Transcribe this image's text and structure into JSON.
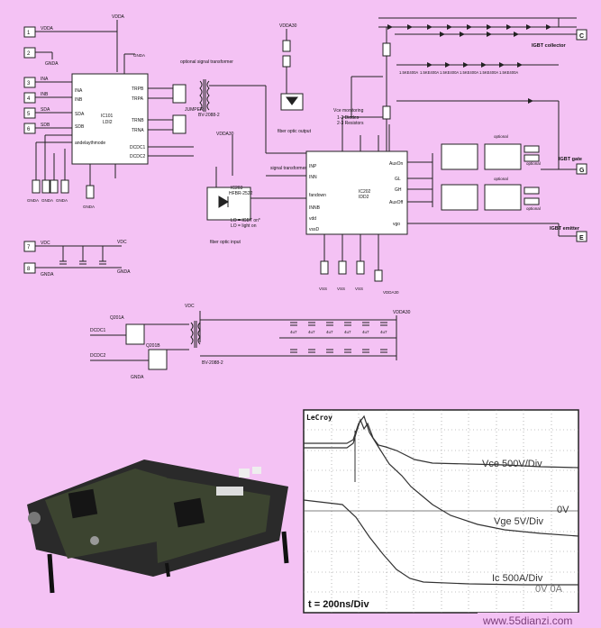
{
  "schematic": {
    "title_transformer": "optional signal transformer",
    "fiber_output": "fiber optic output",
    "fiber_input": "fiber optic input",
    "transformer_input": "signal transformer input",
    "vce_monitoring": "Vce monitoring",
    "diodes_option": "1-2 Diodes",
    "resistors_option": "2-3 Resistors",
    "optional": "optional",
    "igbt_collector": "IGBT collector",
    "igbt_gate": "IGBT gate",
    "igbt_emitter": "IGBT emitter",
    "pin_c": "C",
    "pin_g": "G",
    "pin_e": "E",
    "ic101": "IC101",
    "ic101_part": "LDI2",
    "ic202": "IC202",
    "ic202_part": "IDD2",
    "ic203": "IC203",
    "ic203_part": "HFBR-2522",
    "jumper": "JUMPER",
    "lo_igbt_off": "LO = IGBT on*",
    "lo_light_on": "LO = light on",
    "vdda": "VDDA",
    "vdda30": "VDDA30",
    "vss": "VSS",
    "gnda": "GNDA",
    "vdc": "VDC",
    "dcdc1": "DCDC1",
    "dcdc2": "DCDC2",
    "q201a": "Q201A",
    "q201b": "Q201B",
    "connectors": [
      {
        "num": "1",
        "label": "VDDA"
      },
      {
        "num": "2",
        "label": "GNDA"
      },
      {
        "num": "3",
        "label": "INA"
      },
      {
        "num": "4",
        "label": "INB"
      },
      {
        "num": "5",
        "label": "SDA"
      },
      {
        "num": "6",
        "label": "SDB"
      },
      {
        "num": "7",
        "label": "VDC"
      },
      {
        "num": "8",
        "label": "GNDA"
      }
    ],
    "ic101_pins_left": [
      "INA",
      "INB",
      "SDA",
      "SDB",
      "andelaythmode"
    ],
    "ic101_pins_right": [
      "TRPB",
      "TRPA",
      "TRNB",
      "TRNA",
      "DCDC1",
      "DCDC2"
    ],
    "ic202_pins_left": [
      "INP",
      "INN",
      "fandown",
      "INNB",
      "vdd",
      "vssD"
    ],
    "ic202_pins_right": [
      "AuxOn",
      "GL",
      "GH",
      "AuxOff",
      "vgo"
    ],
    "collector_diodes": [
      "1.5KE400A",
      "1.5KE400A",
      "1.5KE400A",
      "1.5KE400A",
      "1.5KE400A",
      "1.5KE400A"
    ],
    "cap_values": [
      "4u7",
      "4u7",
      "4u7",
      "4u7",
      "4u7",
      "4u7"
    ],
    "transformer_part": "BV-2088-2"
  },
  "scope": {
    "brand": "LeCroy",
    "label_vce": "Vce 500V/Div",
    "label_vge": "Vge 5V/Div",
    "label_ic": "Ic 500A/Div",
    "label_zero": "0V",
    "label_zero_bottom": "0V 0A",
    "timebase": "t = 200ns/Div"
  },
  "watermark": "www.55dianzi.com"
}
